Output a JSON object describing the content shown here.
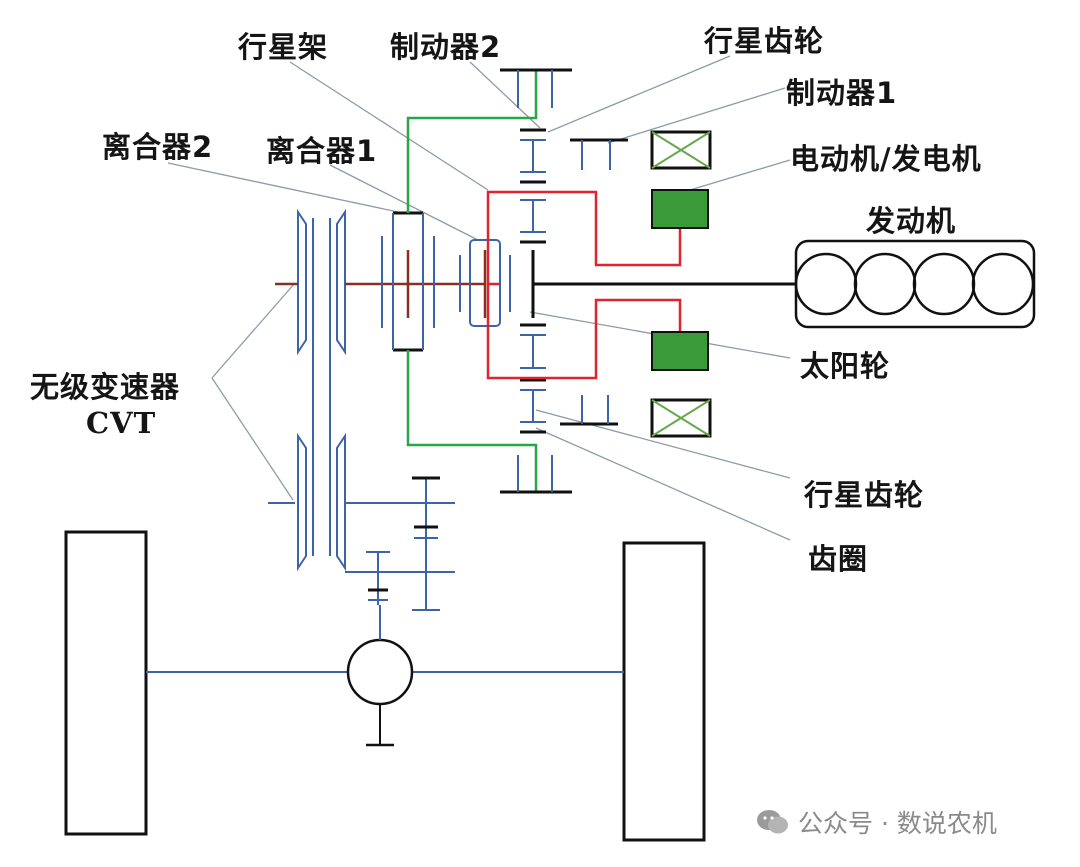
{
  "labels": {
    "carrier": "行星架",
    "brake2": "制动器2",
    "planet_gear_top": "行星齿轮",
    "brake1": "制动器1",
    "clutch2": "离合器2",
    "clutch1": "离合器1",
    "motor_generator": "电动机/发电机",
    "engine": "发动机",
    "cvt_line1": "无级变速器",
    "cvt_line2": "CVT",
    "sun_gear": "太阳轮",
    "planet_gear_bottom": "行星齿轮",
    "ring_gear": "齿圈"
  },
  "watermark": {
    "text": "公众号 · 数说农机"
  },
  "colors": {
    "blue": "#3d63a8",
    "green": "#27a845",
    "red": "#e0242e",
    "brown": "#8b2f22",
    "black": "#111111",
    "leader": "#8e9aa8",
    "motor_fill": "#3a9a3a",
    "brake_x": "#6aa84f"
  }
}
